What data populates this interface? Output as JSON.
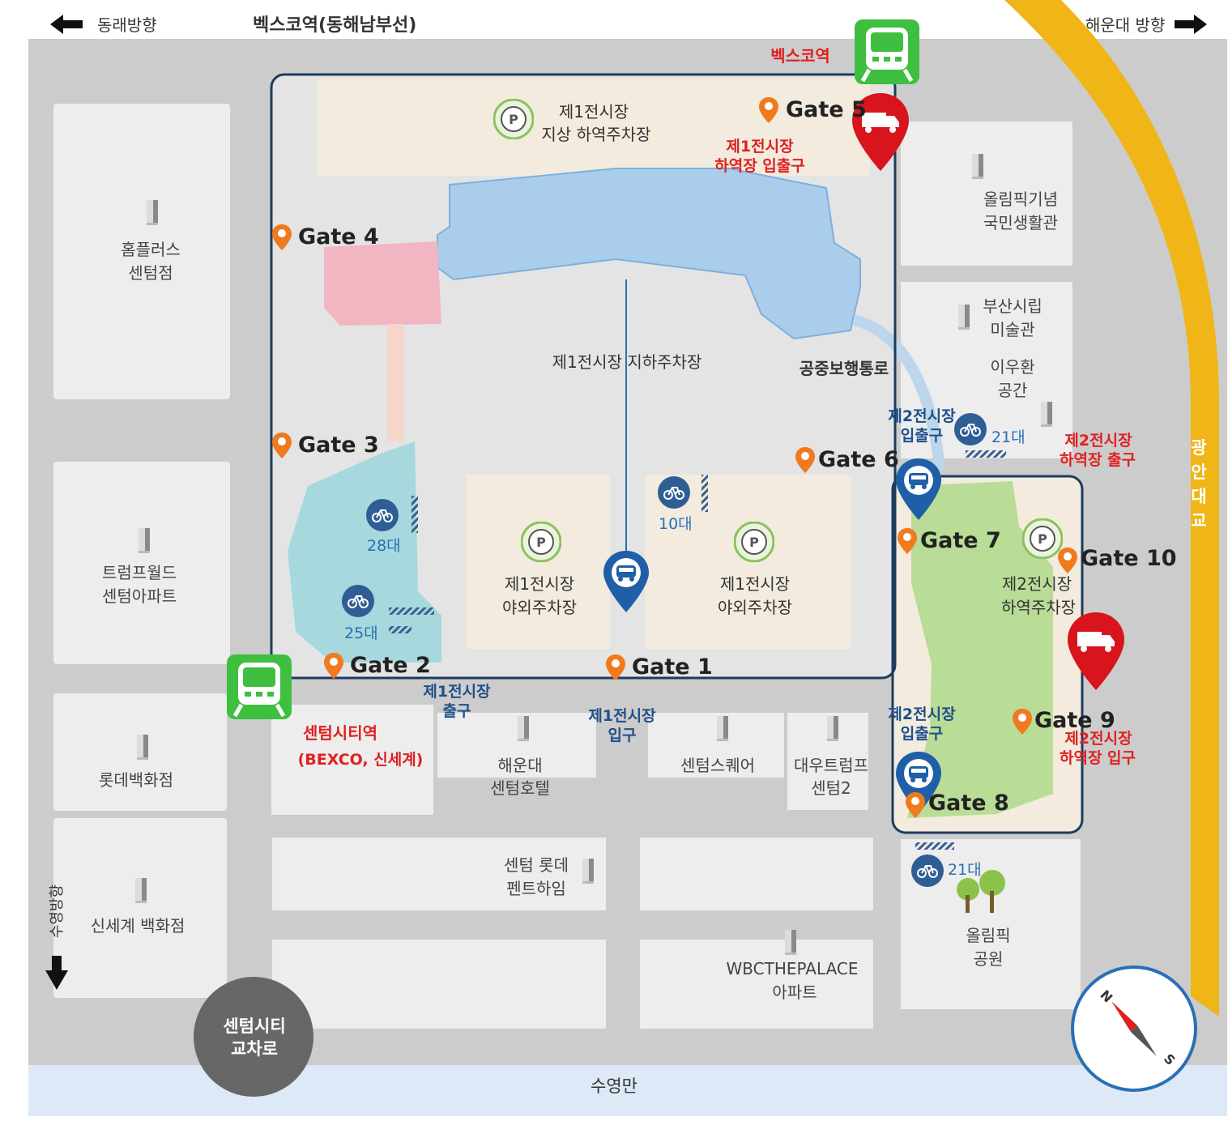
{
  "top": {
    "left_direction": "동래방향",
    "station_line": "벡스코역(동해남부선)",
    "right_direction": "해운대 방향"
  },
  "stations": {
    "bexco": "벡스코역",
    "centum_city_line1": "센텀시티역",
    "centum_city_line2": "(BEXCO, 신세계)",
    "icon": "M"
  },
  "gates": [
    "Gate 1",
    "Gate 2",
    "Gate 3",
    "Gate 4",
    "Gate 5",
    "Gate 6",
    "Gate 7",
    "Gate 8",
    "Gate 9",
    "Gate 10"
  ],
  "parking": {
    "surface_unloading": [
      "제1전시장",
      "지상 하역주차장"
    ],
    "underground": "제1전시장 지하주차장",
    "outdoor_left": [
      "제1전시장",
      "야외주차장"
    ],
    "outdoor_right": [
      "제1전시장",
      "야외주차장"
    ],
    "hall2_unloading": [
      "제2전시장",
      "하역주차장"
    ],
    "p_icon": "P"
  },
  "red_labels": {
    "hall1_unloading_entrance": [
      "제1전시장",
      "하역장 입출구"
    ],
    "hall2_unloading_exit": [
      "제2전시장",
      "하역장 출구"
    ],
    "hall2_unloading_entrance": [
      "제2전시장",
      "하역장 입구"
    ]
  },
  "blue_labels": {
    "hall2_entrance_exit_top": [
      "제2전시장",
      "입출구"
    ],
    "hall1_exit": [
      "제1전시장",
      "출구"
    ],
    "hall1_entrance": [
      "제1전시장",
      "입구"
    ],
    "hall2_entrance_exit_bottom": [
      "제2전시장",
      "입출구"
    ]
  },
  "walkway": "공중보행통로",
  "bike_counts": [
    "28대",
    "25대",
    "10대",
    "21대",
    "21대"
  ],
  "buildings": {
    "homeplus": [
      "홈플러스",
      "센텀점"
    ],
    "trump": [
      "트럼프월드",
      "센텀아파트"
    ],
    "lotte_dept": "롯데백화점",
    "shinsegae": "신세계 백화점",
    "olympic_hall": [
      "올림픽기념",
      "국민생활관"
    ],
    "museum": [
      "부산시립",
      "미술관"
    ],
    "leeufan": [
      "이우환",
      "공간"
    ],
    "haeundae_hotel": [
      "해운대",
      "센텀호텔"
    ],
    "centum_square": "센텀스퀘어",
    "daewoo": [
      "대우트럼프",
      "센텀2"
    ],
    "lotte_pent": [
      "센텀 롯데",
      "펜트하임"
    ],
    "wbc": [
      "WBCTHEPALACE",
      "아파트"
    ],
    "olympic_park": [
      "올림픽",
      "공원"
    ]
  },
  "bottom": {
    "interchange": [
      "센텀시티",
      "교차로"
    ],
    "bay": "수영만",
    "suyeong": "수영방향"
  },
  "bridge": "광안대교",
  "compass": {
    "n": "N",
    "s": "S"
  },
  "colors": {
    "road": "#cccccc",
    "block": "#ededed",
    "beige": "#f2ebde",
    "hall1": "#a9cdeb",
    "hall_pink": "#f2b6c3",
    "hall_teal": "#a6d8dd",
    "park_green": "#b9dc96",
    "bridge": "#f0b516",
    "water": "#dde9f6",
    "outline": "#1d3b5e",
    "red": "#e02020",
    "navy": "#1f4f8a",
    "station_green": "#3fbf3f"
  }
}
